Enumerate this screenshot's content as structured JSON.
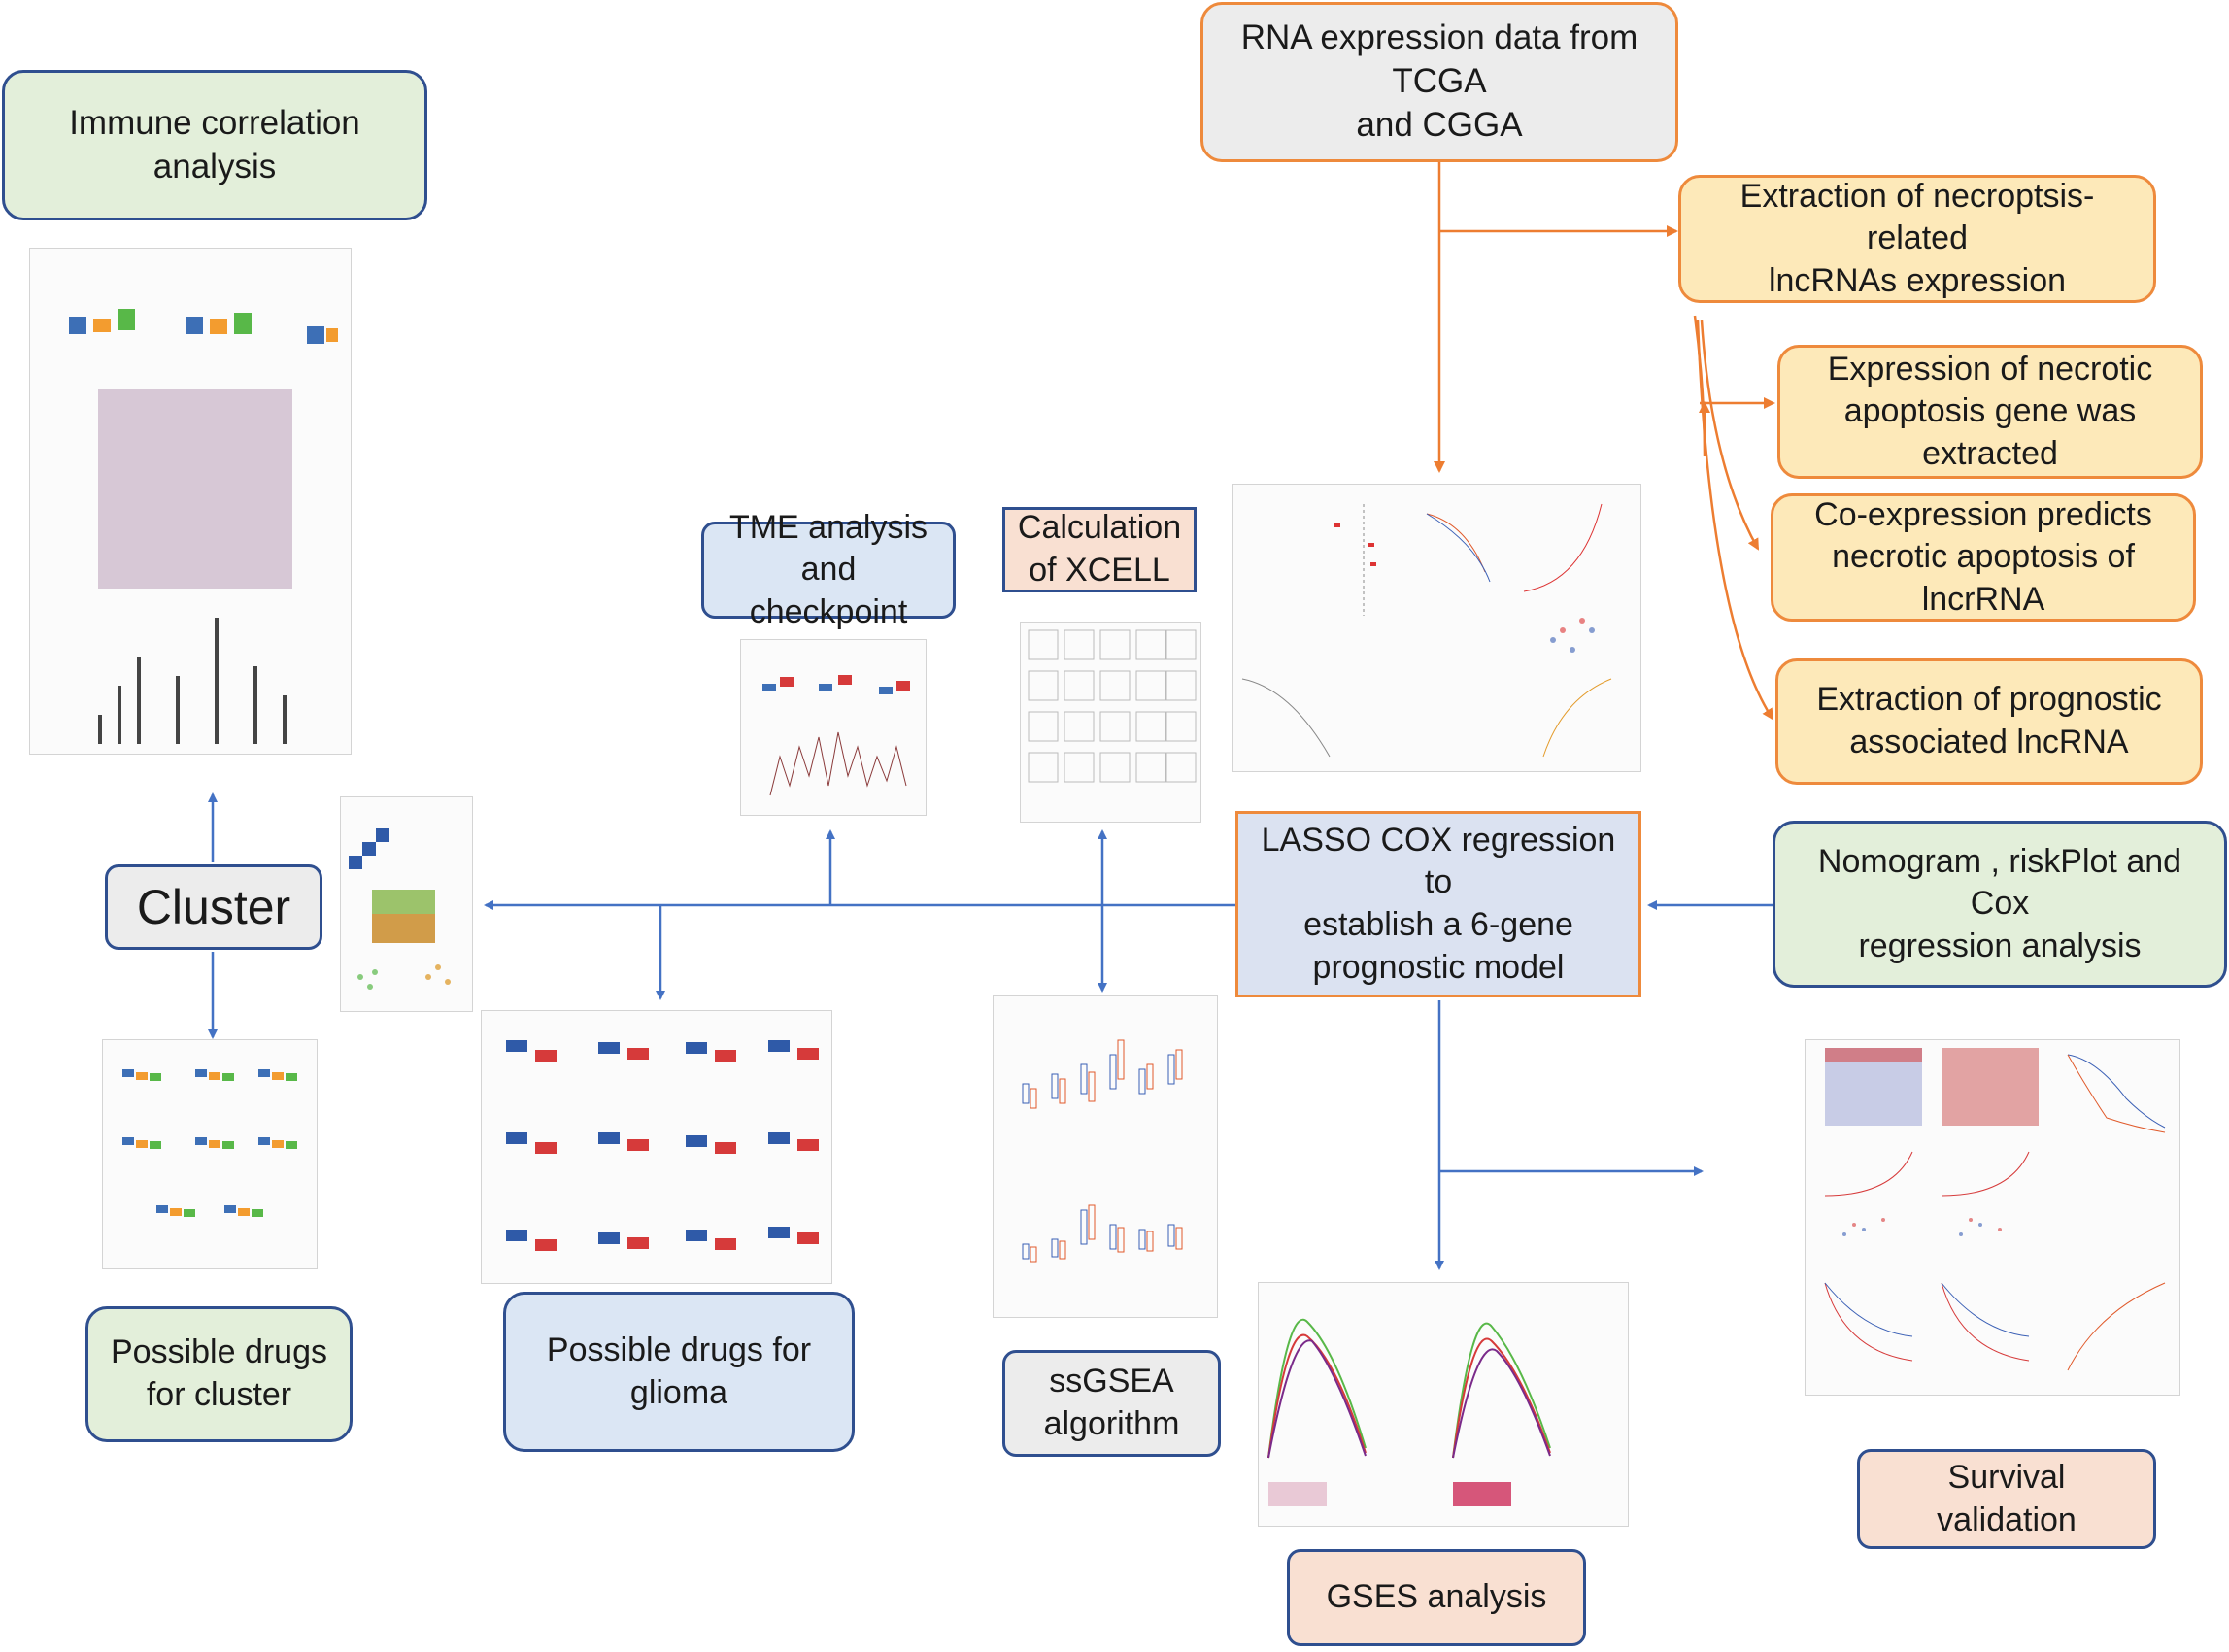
{
  "colors": {
    "blue_arrow": "#4472c4",
    "orange_arrow": "#ed7d31",
    "green_fill": "#e3efda",
    "blue_fill": "#dbe6f4",
    "grey_fill": "#ececec",
    "peach_fill": "#f9e0d2",
    "yellow_fill": "#fde9b9",
    "lavender_fill": "#dbe2f1",
    "box_border_blue": "#2f4f8f",
    "box_border_orange": "#ee8a3c"
  },
  "nodes": {
    "immune": "Immune correlation analysis",
    "rna": "RNA expression data from TCGA\nand CGGA",
    "extraction_lnc": "Extraction of necroptsis-related\nlncRNAs expression",
    "expression_gene": "Expression  of necrotic\napoptosis gene was\nextracted",
    "coexpression": "Co-expression predicts\nnecrotic apoptosis of\nlncrRNA",
    "prognostic_lnc": "Extraction of prognostic\nassociated lncRNA",
    "tme": "TME analysis\nand checkpoint",
    "xcell": "Calculation\nof XCELL",
    "cluster": "Cluster",
    "lasso": "LASSO COX regression to\nestablish a 6-gene\nprognostic model",
    "nomogram": "Nomogram , riskPlot and Cox\nregression analysis",
    "drugs_cluster": "Possible drugs\nfor cluster",
    "drugs_glioma": "Possible drugs for\nglioma",
    "ssgsea": "ssGSEA\nalgorithm",
    "gses": "GSES analysis",
    "survival": "Survival validation"
  },
  "figures": {
    "immune_panel": "immune-correlation-figure",
    "model_panel": "lasso-model-figure",
    "tme_panel": "tme-boxplot-figure",
    "xcell_panel": "xcell-scatter-figure",
    "cluster_panel": "cluster-figure",
    "drugs_cluster_panel": "drug-cluster-boxplots",
    "drugs_glioma_panel": "drug-glioma-boxplots",
    "ssgsea_panel": "ssgsea-boxplots",
    "gsea_panel": "gsea-enrichment-curves",
    "survival_panel": "survival-validation-figure"
  }
}
